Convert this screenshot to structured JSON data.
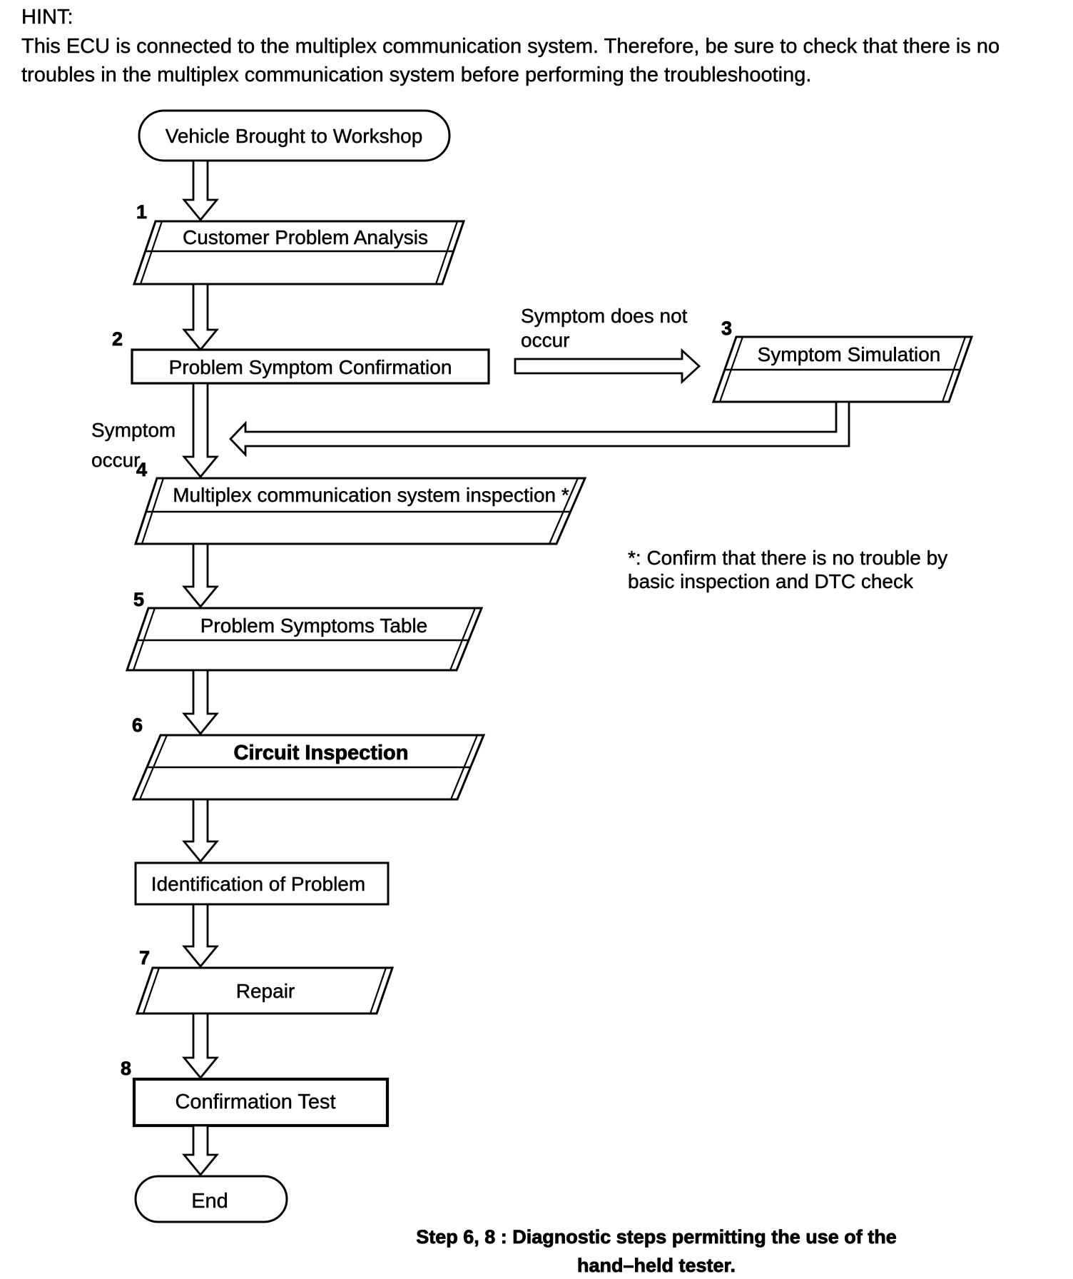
{
  "hint": {
    "label": "HINT:",
    "line1": "This ECU is connected to the multiplex communication system. Therefore, be sure to check that there is no",
    "line2": "troubles in the multiplex communication system before performing the troubleshooting."
  },
  "nodes": {
    "start": {
      "label": "Vehicle Brought to Workshop"
    },
    "step1": {
      "num": "1",
      "label": "Customer Problem Analysis"
    },
    "step2": {
      "num": "2",
      "label": "Problem Symptom Confirmation"
    },
    "step3": {
      "num": "3",
      "label": "Symptom Simulation"
    },
    "step4": {
      "num": "4",
      "label": "Multiplex communication system inspection *"
    },
    "step5": {
      "num": "5",
      "label": "Problem Symptoms Table"
    },
    "step6": {
      "num": "6",
      "label": "Circuit Inspection"
    },
    "identification": {
      "label": "Identification of Problem"
    },
    "step7": {
      "num": "7",
      "label": "Repair"
    },
    "step8": {
      "num": "8",
      "label": "Confirmation Test"
    },
    "end": {
      "label": "End"
    }
  },
  "edge_labels": {
    "symptom_does_not_occur": {
      "line1": "Symptom does not",
      "line2": "occur"
    },
    "symptom_occur": {
      "line1": "Symptom",
      "line2": "occur"
    }
  },
  "footnote": {
    "line1": "*: Confirm that there is no trouble by",
    "line2": "basic inspection and DTC check"
  },
  "caption": {
    "line1": "Step 6, 8 : Diagnostic steps permitting the use of the",
    "line2": "hand–held tester."
  },
  "colors": {
    "ink": "#000000",
    "paper": "#ffffff"
  }
}
